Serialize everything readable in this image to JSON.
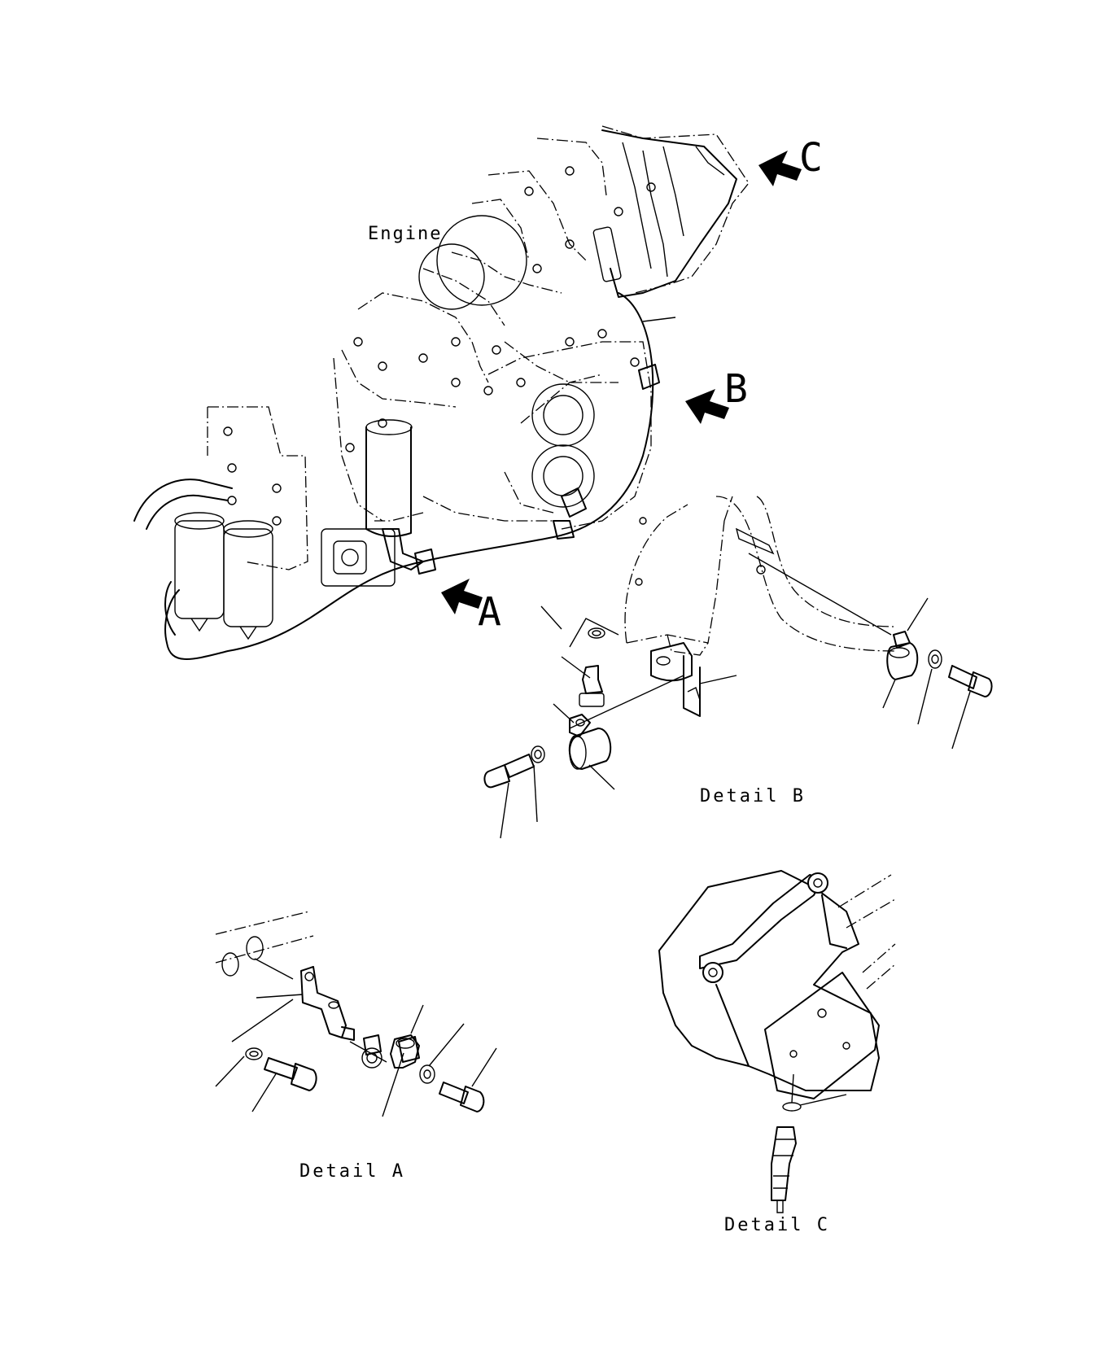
{
  "labels": {
    "engine": "Engine",
    "view_a": "A",
    "view_b": "B",
    "view_c": "C",
    "detail_a": "Detail A",
    "detail_b": "Detail B",
    "detail_c": "Detail C"
  },
  "icons": {
    "view_arrow": "solid-arrow-icon"
  }
}
